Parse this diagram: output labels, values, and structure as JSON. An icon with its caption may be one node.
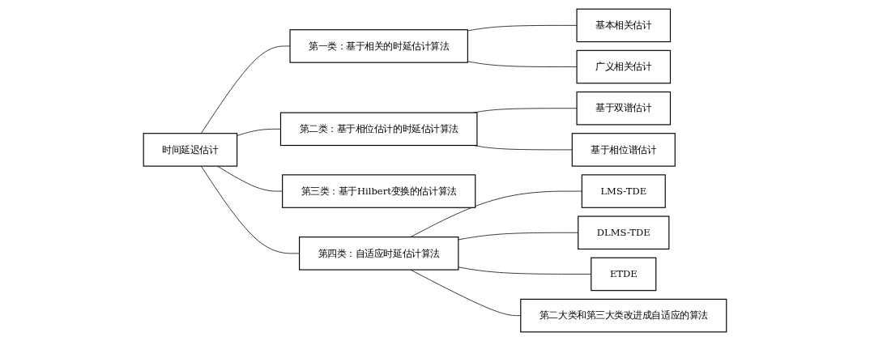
{
  "diagram": {
    "nodes": [
      {
        "text": [
          "时间延迟估计"
        ]
      },
      {
        "text": [
          "第一类：基于相关的时延估计算法"
        ]
      },
      {
        "text": [
          "基本相关估计"
        ]
      },
      {
        "text": [
          "广义相关估计"
        ]
      },
      {
        "text": [
          "第二类：基于相位估计的时延估计算法"
        ]
      },
      {
        "text": [
          "基于双谱估计"
        ]
      },
      {
        "text": [
          "基于相位谱估计"
        ]
      },
      {
        "text": [
          "第三类：基于Hilbert变换的估计算法"
        ]
      },
      {
        "text": [
          "第四类：自适应时延估计算法"
        ]
      },
      {
        "text": [
          "LMS-TDE"
        ]
      },
      {
        "text": [
          "DLMS-TDE"
        ]
      },
      {
        "text": [
          "ETDE"
        ]
      },
      {
        "text": [
          "第二大类和第三大类改进成自适应的算法"
        ]
      }
    ],
    "edges": [
      {
        "from": 0,
        "to": 1,
        "arrow": "none"
      },
      {
        "from": 0,
        "to": 4,
        "arrow": "none"
      },
      {
        "from": 0,
        "to": 7,
        "arrow": "none"
      },
      {
        "from": 0,
        "to": 8,
        "arrow": "none"
      },
      {
        "from": 1,
        "to": 2,
        "arrow": "none"
      },
      {
        "from": 1,
        "to": 3,
        "arrow": "none"
      },
      {
        "from": 4,
        "to": 5,
        "arrow": "none"
      },
      {
        "from": 4,
        "to": 6,
        "arrow": "none"
      },
      {
        "from": 8,
        "to": 9,
        "arrow": "none"
      },
      {
        "from": 8,
        "to": 10,
        "arrow": "none"
      },
      {
        "from": 8,
        "to": 11,
        "arrow": "none"
      },
      {
        "from": 8,
        "to": 12,
        "arrow": "none"
      }
    ]
  }
}
